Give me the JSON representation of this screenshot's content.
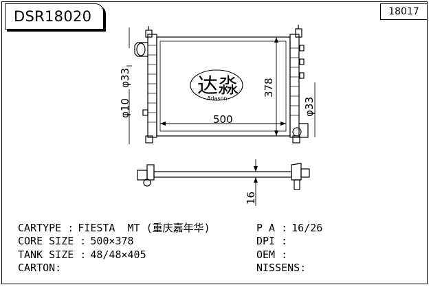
{
  "header": {
    "model_code": "DSR18020",
    "ref_code": "18017"
  },
  "drawing": {
    "logo_chinese": "达淼",
    "logo_latin": "Adason",
    "dim_width": "500",
    "dim_height": "378",
    "dim_inlet": "φ33",
    "dim_drain": "φ10",
    "dim_outlet": "φ33",
    "dim_side": "16"
  },
  "specs": {
    "cartype_label": "CARTYPE :",
    "cartype_value": "FIESTA  MT (重庆嘉年华)",
    "core_label": "CORE SIZE :",
    "core_value": "500×378",
    "tank_label": "TANK SIZE :",
    "tank_value": "48/48×405",
    "carton_label": "CARTON:",
    "carton_value": "",
    "pa_label": "P A :",
    "pa_value": "16/26",
    "dpi_label": "DPI :",
    "dpi_value": "",
    "oem_label": "OEM :",
    "oem_value": "",
    "nissens_label": "NISSENS:",
    "nissens_value": ""
  }
}
